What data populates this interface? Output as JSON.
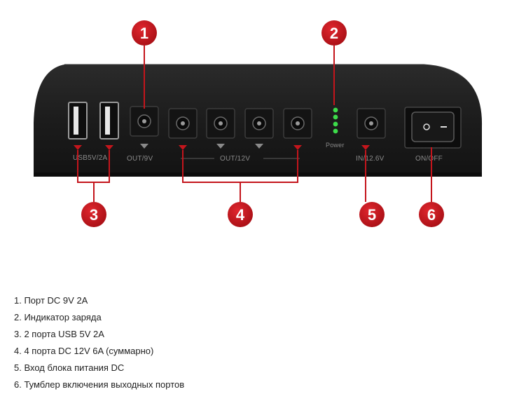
{
  "device": {
    "labels": {
      "usb": "USB5V/2A",
      "out9": "OUT/9V",
      "out12": "OUT/12V",
      "power": "Power",
      "in": "IN/12.6V",
      "onoff": "ON/OFF"
    }
  },
  "callouts": [
    "1",
    "2",
    "3",
    "4",
    "5",
    "6"
  ],
  "legend": [
    "1. Порт DC 9V 2A",
    "2. Индикатор заряда",
    "3. 2 порта USB 5V 2A",
    "4. 4 порта DC 12V 6A (суммарно)",
    "5. Вход блока питания DC",
    "6. Тумблер включения выходных портов"
  ],
  "colors": {
    "device_body": "#1f1f1f",
    "callout": "#c4151c",
    "indicator": "#3ddc4a"
  }
}
